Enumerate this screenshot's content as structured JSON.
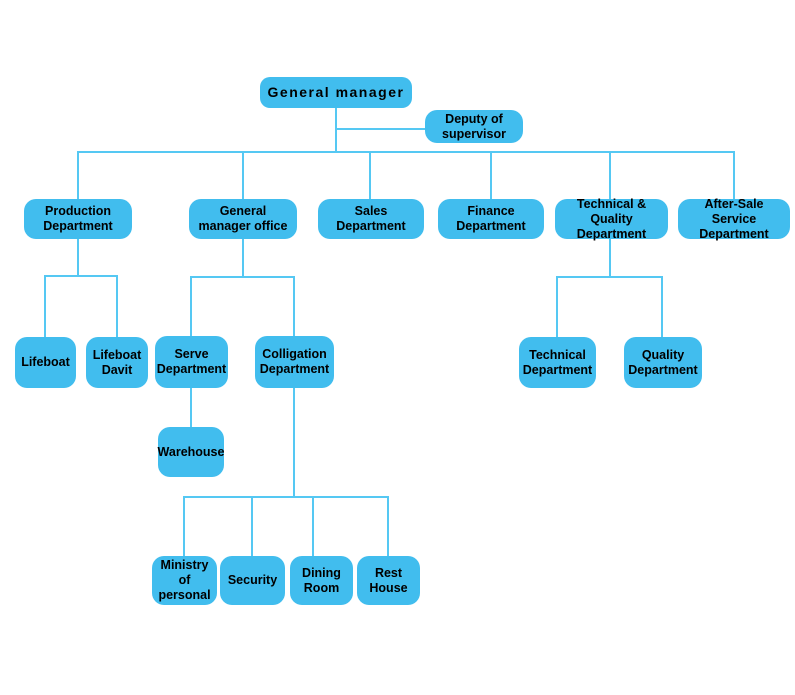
{
  "colors": {
    "node_fill": "#41BDEE",
    "connector": "#55C8F3",
    "text": "#000000",
    "background": "#FFFFFF"
  },
  "diagram": {
    "type": "org-chart",
    "nodes": {
      "general_manager": {
        "label": "General manager"
      },
      "deputy_of_supervisor": {
        "label": "Deputy of\nsupervisor"
      },
      "production_department": {
        "label": "Production\nDepartment"
      },
      "general_manager_office": {
        "label": "General\nmanager office"
      },
      "sales_department": {
        "label": "Sales\nDepartment"
      },
      "finance_department": {
        "label": "Finance\nDepartment"
      },
      "technical_quality_department": {
        "label": "Technical & Quality\nDepartment"
      },
      "after_sale_service_department": {
        "label": "After-Sale\nService Department"
      },
      "lifeboat": {
        "label": "Lifeboat"
      },
      "lifeboat_davit": {
        "label": "Lifeboat\nDavit"
      },
      "serve_department": {
        "label": "Serve\nDepartment"
      },
      "colligation_department": {
        "label": "Colligation\nDepartment"
      },
      "technical_department": {
        "label": "Technical\nDepartment"
      },
      "quality_department": {
        "label": "Quality\nDepartment"
      },
      "warehouse": {
        "label": "Warehouse"
      },
      "ministry_of_personal": {
        "label": "Ministry\nof personal"
      },
      "security": {
        "label": "Security"
      },
      "dining_room": {
        "label": "Dining\nRoom"
      },
      "rest_house": {
        "label": "Rest\nHouse"
      }
    },
    "structure": {
      "general_manager": [
        "deputy_of_supervisor",
        "production_department",
        "general_manager_office",
        "sales_department",
        "finance_department",
        "technical_quality_department",
        "after_sale_service_department"
      ],
      "production_department": [
        "lifeboat",
        "lifeboat_davit"
      ],
      "general_manager_office": [
        "serve_department",
        "colligation_department"
      ],
      "serve_department": [
        "warehouse"
      ],
      "colligation_department": [
        "ministry_of_personal",
        "security",
        "dining_room",
        "rest_house"
      ],
      "technical_quality_department": [
        "technical_department",
        "quality_department"
      ]
    }
  }
}
